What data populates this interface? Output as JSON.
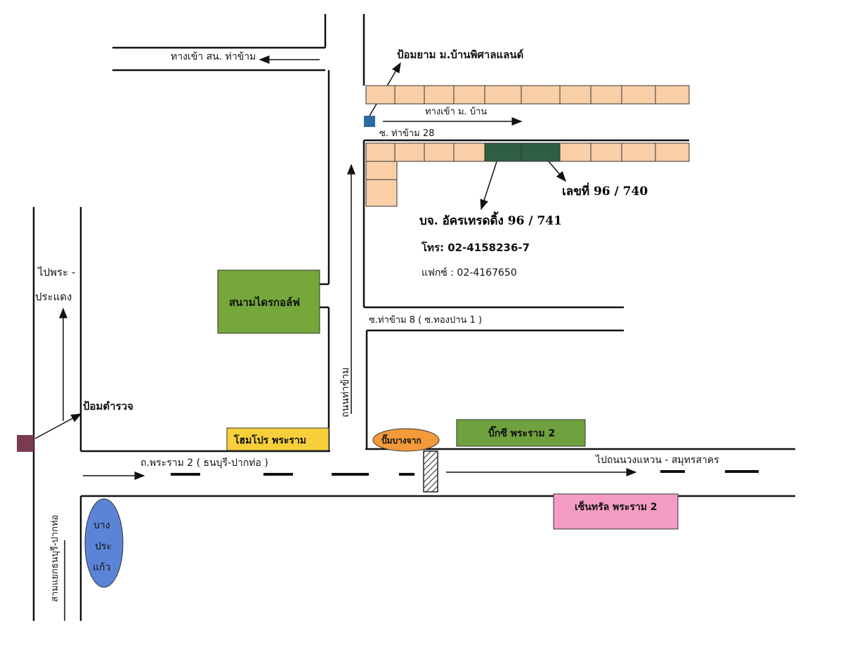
{
  "labels": {
    "road_entrance_tha_kham": "ทางเข้า สน. ท่าข้าม",
    "village_gate": "ป้อมยาม ม.บ้านพิศาลแลนด์",
    "village_entrance": "ทางเข้า ม. บ้าน",
    "soi_28": "ซ. ท่าข้าม 28",
    "house_740": "เลขที่  96 / 740",
    "company": "บจ. อัครเทรดดิ้ง  96 / 741",
    "phone": "โทร: 02-4158236-7",
    "fax": "แฟกซ์ : 02-4167650",
    "to_pra_pradaeng_1": "ไปพระ -",
    "to_pra_pradaeng_2": "ประแดง",
    "golf_course": "สนามไดรกอล์ฟ",
    "soi_8": "ซ.ท่าข้าม 8 ( ซ.ทองปาน 1 )",
    "road_tha_kham": "ถนนท่าข้าม",
    "police_box": "ป้อมตำรวจ",
    "homepro": "โฮมโปร พระราม",
    "gas_station": "ปั๊มบางจาก",
    "big_c": "บิ๊กซี พระราม 2",
    "rama2_road": "ถ.พระราม 2 ( ธนบุรี-ปากท่อ )",
    "to_ring_road": "ไปถนนวงแหวน - สมุทรสาคร",
    "central": "เซ็นทรัล พระราม 2",
    "bang_pra_kaeo_1": "บาง",
    "bang_pra_kaeo_2": "ประ",
    "bang_pra_kaeo_3": "แก้ว",
    "intersection": "สามแยกธนบุรี-ปากท่อ"
  },
  "colors": {
    "building": "#f9cfa8",
    "target_building": "#2f5f42",
    "golf_green": "#75a73a",
    "homepro_yellow": "#f6cf3a",
    "bangchak_orange": "#f39a3a",
    "bigc_green": "#6fa23e",
    "central_pink": "#f49cc4",
    "bang_pra_kaeo_blue": "#5b84d6",
    "gate_marker": "#2c6aa2",
    "police_marker": "#7a3a52"
  }
}
